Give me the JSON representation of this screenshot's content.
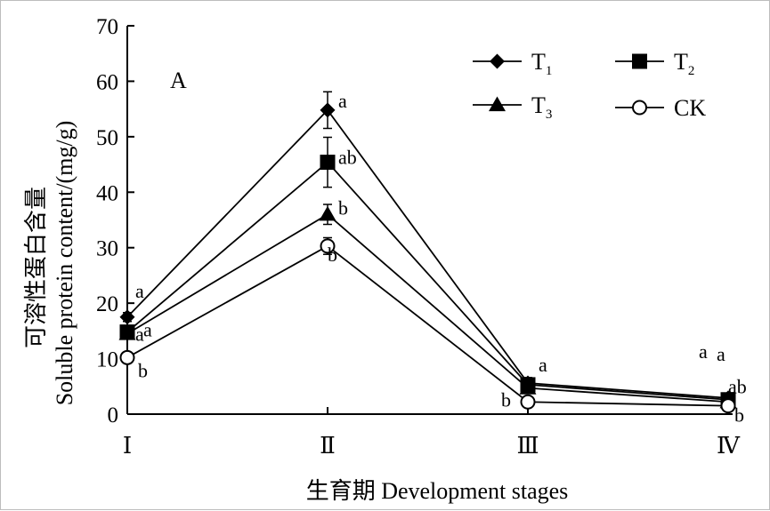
{
  "chart_data": {
    "type": "line",
    "panel_label": "A",
    "xlabel": "生育期 Development stages",
    "ylabel_cn": "可溶性蛋白含量",
    "ylabel_en": "Soluble protein content/(mg/g)",
    "categories": [
      "Ⅰ",
      "Ⅱ",
      "Ⅲ",
      "Ⅳ"
    ],
    "ylim": [
      0,
      70
    ],
    "yticks": [
      0,
      10,
      20,
      30,
      40,
      50,
      60,
      70
    ],
    "series": [
      {
        "name": "T",
        "sub": "1",
        "marker": "diamond",
        "values": [
          17.5,
          54.8,
          5.6,
          2.9
        ],
        "errors": [
          0.8,
          3.3,
          1.0,
          0.5
        ],
        "letters": [
          "a",
          "a",
          "a",
          "a"
        ]
      },
      {
        "name": "T",
        "sub": "2",
        "marker": "square",
        "values": [
          14.8,
          45.4,
          5.3,
          2.6
        ],
        "errors": [
          0.8,
          4.5,
          1.0,
          0.5
        ],
        "letters": [
          "a",
          "ab",
          "",
          "a"
        ]
      },
      {
        "name": "T",
        "sub": "3",
        "marker": "triangle",
        "values": [
          14.5,
          36.0,
          4.7,
          2.2
        ],
        "errors": [
          0.8,
          1.8,
          0.8,
          0.5
        ],
        "letters": [
          "a",
          "b",
          "",
          "ab"
        ]
      },
      {
        "name": "CK",
        "sub": "",
        "marker": "circle",
        "values": [
          10.2,
          30.3,
          2.2,
          1.5
        ],
        "errors": [
          0.8,
          1.5,
          0.5,
          0.4
        ],
        "letters": [
          "b",
          "b",
          "b",
          "b"
        ]
      }
    ]
  }
}
